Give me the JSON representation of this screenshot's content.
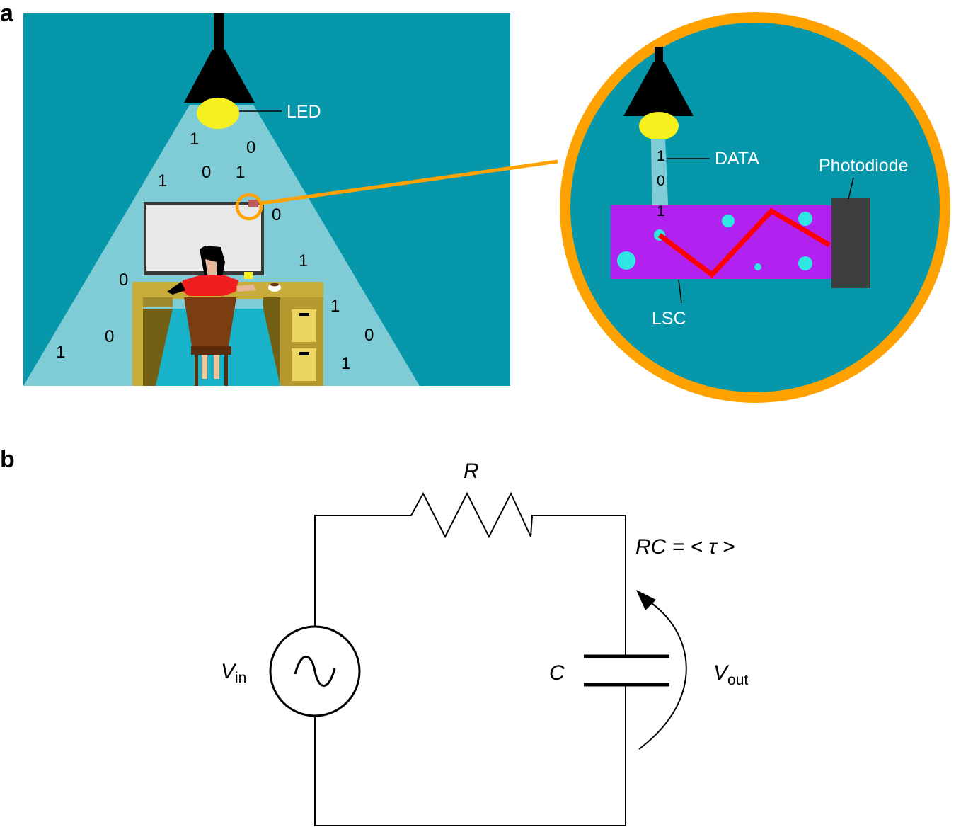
{
  "panel_a": {
    "letter": "a",
    "led_label": "LED",
    "bits": [
      "1",
      "0",
      "1",
      "0",
      "1",
      "0",
      "0",
      "1",
      "1",
      "0",
      "1",
      "0",
      "1"
    ],
    "inset": {
      "data_label": "DATA",
      "photodiode_label": "Photodiode",
      "lsc_label": "LSC",
      "bits": [
        "1",
        "0",
        "1"
      ]
    },
    "colors": {
      "background": "#0698aa",
      "light_cone": "#7fcbd6",
      "bulb": "#f5f01e",
      "lsc": "#b122f0",
      "ray": "#ff0000",
      "ring": "#ffa200",
      "photodiode": "#3d3d3d",
      "particles": "#2ee6e2"
    }
  },
  "panel_b": {
    "letter": "b",
    "resistor": "R",
    "capacitor": "C",
    "v_in": "V",
    "v_in_sub": "in",
    "v_out": "V",
    "v_out_sub": "out",
    "equation": "RC = < τ >"
  }
}
